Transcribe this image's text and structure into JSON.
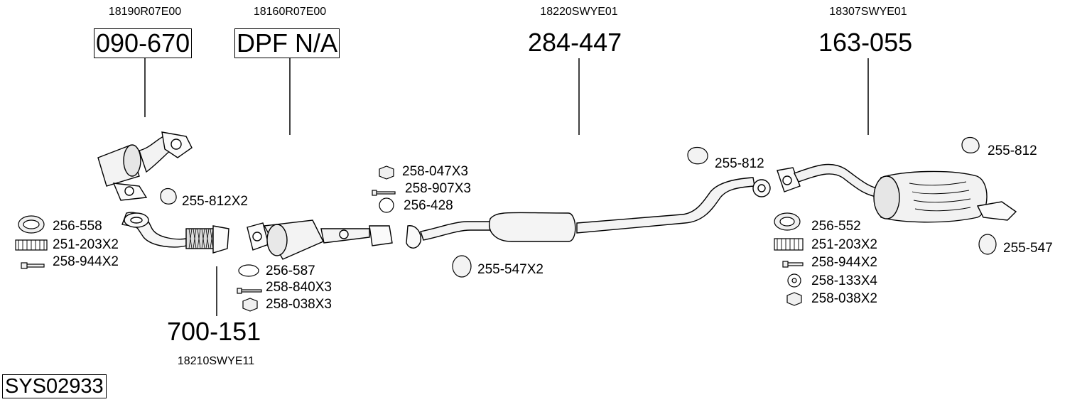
{
  "system_code": "SYS02933",
  "main_parts": [
    {
      "id": "catalyst",
      "oem": "18190R07E00",
      "part": "090-670",
      "boxed": true
    },
    {
      "id": "dpf",
      "oem": "18160R07E00",
      "part": "DPF N/A",
      "boxed": true
    },
    {
      "id": "middle-pipe",
      "oem": "18220SWYE01",
      "part": "284-447",
      "boxed": false
    },
    {
      "id": "rear-silencer",
      "oem": "18307SWYE01",
      "part": "163-055",
      "boxed": false
    },
    {
      "id": "front-pipe",
      "oem": "18210SWYE11",
      "part": "700-151",
      "boxed": false
    }
  ],
  "accessories": {
    "catalyst_mount": "255-812X2",
    "front_gasket": "256-558",
    "front_spring": "251-203X2",
    "front_bolt": "258-944X2",
    "dpf_gasket": "256-587",
    "dpf_bolt": "258-840X3",
    "dpf_nut": "258-038X3",
    "mid_nut": "258-047X3",
    "mid_bolt": "258-907X3",
    "mid_gasket": "256-428",
    "mid_mount": "255-547X2",
    "rear_pipe_mount": "255-812",
    "rear_top_mount": "255-812",
    "rear_gasket": "256-552",
    "rear_spring": "251-203X2",
    "rear_bolt": "258-944X2",
    "rear_washer": "258-133X4",
    "rear_nut": "258-038X2",
    "tail_mount": "255-547"
  }
}
